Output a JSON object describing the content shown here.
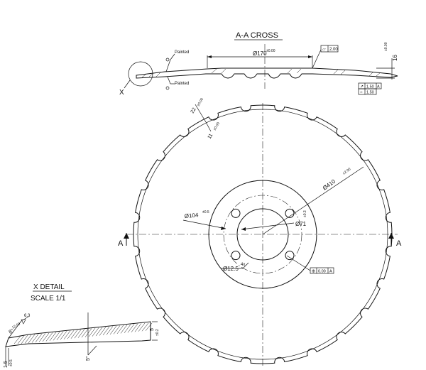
{
  "section_title": "A-A CROSS",
  "detail_title": "X DETAIL",
  "detail_scale": "SCALE 1/1",
  "detail_marker": "X",
  "section_marker_left": "A",
  "section_marker_right": "A",
  "painted_top": "Painted",
  "painted_bottom": "Painted",
  "dims": {
    "d170": "Ø170",
    "d170_tol": "±0.00",
    "flatness": "2.00",
    "h16": "16",
    "h16_tol": "±0.00",
    "fcf1_val": "1.50",
    "fcf1_ref": "A",
    "fcf2_val": "1.50",
    "notch_w": "22",
    "notch_w_tol": "±0.00",
    "notch_r": "11",
    "notch_r_tol": "±0.00",
    "d410": "Ø410",
    "d410_tol": "±2.00",
    "d104": "Ø104",
    "d104_tol": "±0.5",
    "d71": "Ø71",
    "d71_tol": "±0.3",
    "hole": "Ø12.5",
    "hole_count": "4x",
    "pos_val": "0.00",
    "pos_ref": "A",
    "detail_r": "6.3",
    "detail_angle": "8°",
    "detail_len": "12.00",
    "detail_thk": "5",
    "detail_thk_tol": "±0.2",
    "detail_bevel": "5°",
    "detail_edge": "1.5",
    "detail_edge_tol": "±0.5"
  }
}
